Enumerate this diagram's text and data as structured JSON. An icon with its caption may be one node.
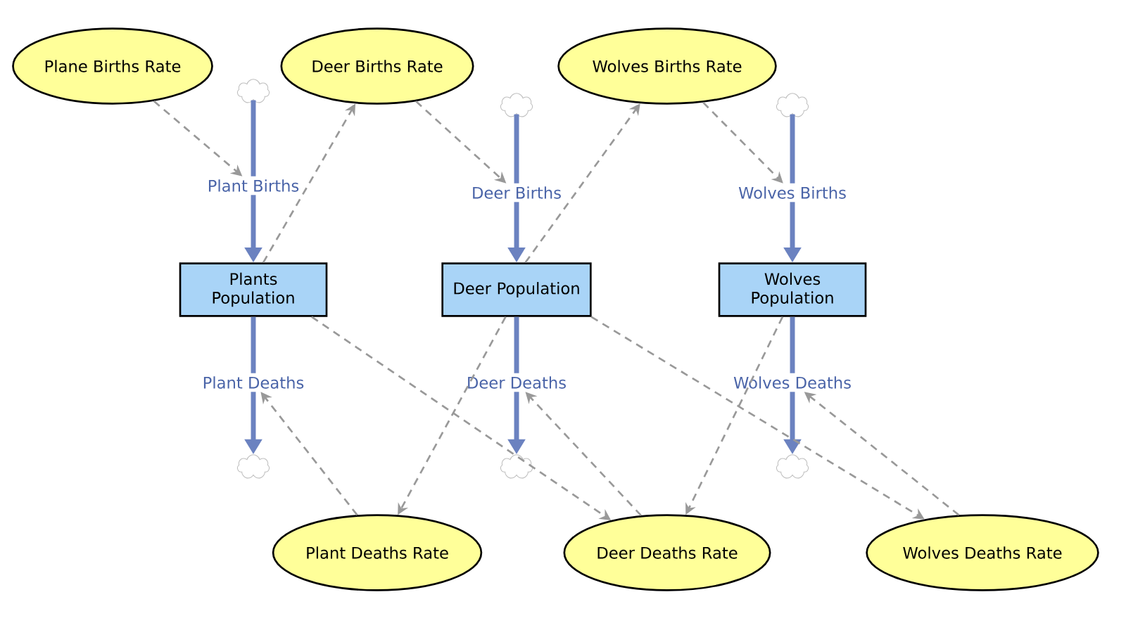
{
  "diagram": {
    "nodes": [
      {
        "text": [
          "Plane Births Rate"
        ]
      },
      {
        "text": [
          "Deer Births Rate"
        ]
      },
      {
        "text": [
          "Wolves Births Rate"
        ]
      },
      {
        "text": [],
        "shape": "cloud"
      },
      {
        "text": [],
        "shape": "cloud"
      },
      {
        "text": [],
        "shape": "cloud"
      },
      {
        "text": [
          "Plant Births"
        ]
      },
      {
        "text": [
          "Deer Births"
        ]
      },
      {
        "text": [
          "Wolves Births"
        ]
      },
      {
        "text": [
          "Plants Population"
        ]
      },
      {
        "text": [
          "Deer Population"
        ]
      },
      {
        "text": [
          "Wolves Population"
        ]
      },
      {
        "text": [
          "Plant Deaths"
        ]
      },
      {
        "text": [
          "Deer Deaths"
        ]
      },
      {
        "text": [
          "Wolves Deaths"
        ]
      },
      {
        "text": [],
        "shape": "cloud"
      },
      {
        "text": [],
        "shape": "cloud"
      },
      {
        "text": [],
        "shape": "cloud"
      },
      {
        "text": [
          "Plant Deaths Rate"
        ]
      },
      {
        "text": [
          "Deer Deaths Rate"
        ]
      },
      {
        "text": [
          "Wolves Deaths Rate"
        ]
      }
    ],
    "edges": [
      {
        "from": 3,
        "to": 6,
        "arrow": "none",
        "style": "thick",
        "color": "#6b82c0"
      },
      {
        "from": 6,
        "to": 9,
        "arrow": "to",
        "style": "thick",
        "color": "#6b82c0"
      },
      {
        "from": 4,
        "to": 7,
        "arrow": "none",
        "style": "thick",
        "color": "#6b82c0"
      },
      {
        "from": 7,
        "to": 10,
        "arrow": "to",
        "style": "thick",
        "color": "#6b82c0"
      },
      {
        "from": 5,
        "to": 8,
        "arrow": "none",
        "style": "thick",
        "color": "#6b82c0"
      },
      {
        "from": 8,
        "to": 11,
        "arrow": "to",
        "style": "thick",
        "color": "#6b82c0"
      },
      {
        "from": 9,
        "to": 12,
        "arrow": "none",
        "style": "thick",
        "color": "#6b82c0"
      },
      {
        "from": 12,
        "to": 15,
        "arrow": "to",
        "style": "thick",
        "color": "#6b82c0"
      },
      {
        "from": 10,
        "to": 13,
        "arrow": "none",
        "style": "thick",
        "color": "#6b82c0"
      },
      {
        "from": 13,
        "to": 16,
        "arrow": "to",
        "style": "thick",
        "color": "#6b82c0"
      },
      {
        "from": 11,
        "to": 14,
        "arrow": "none",
        "style": "thick",
        "color": "#6b82c0"
      },
      {
        "from": 14,
        "to": 17,
        "arrow": "to",
        "style": "thick",
        "color": "#6b82c0"
      },
      {
        "from": 0,
        "to": 6,
        "arrow": "to",
        "style": "dashed"
      },
      {
        "from": 9,
        "to": 1,
        "arrow": "to",
        "style": "dashed"
      },
      {
        "from": 1,
        "to": 7,
        "arrow": "to",
        "style": "dashed"
      },
      {
        "from": 10,
        "to": 2,
        "arrow": "to",
        "style": "dashed"
      },
      {
        "from": 2,
        "to": 8,
        "arrow": "to",
        "style": "dashed"
      },
      {
        "from": 18,
        "to": 12,
        "arrow": "to",
        "style": "dashed"
      },
      {
        "from": 10,
        "to": 18,
        "arrow": "to",
        "style": "dashed"
      },
      {
        "from": 9,
        "to": 19,
        "arrow": "to",
        "style": "dashed"
      },
      {
        "from": 19,
        "to": 13,
        "arrow": "to",
        "style": "dashed"
      },
      {
        "from": 11,
        "to": 19,
        "arrow": "to",
        "style": "dashed"
      },
      {
        "from": 10,
        "to": 20,
        "arrow": "to",
        "style": "dashed"
      },
      {
        "from": 20,
        "to": 14,
        "arrow": "to",
        "style": "dashed"
      }
    ]
  }
}
